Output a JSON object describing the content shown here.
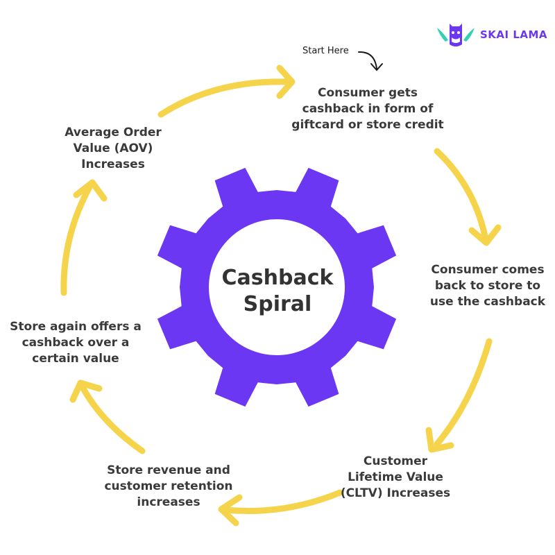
{
  "brand": {
    "name": "SKAI LAMA",
    "logo_icon": "llama-logo-icon"
  },
  "start_label": "Start Here",
  "center": {
    "title": "Cashback\nSpiral"
  },
  "steps": [
    "Consumer gets\ncashback in form of\ngiftcard or store credit",
    "Consumer comes\nback to store to\nuse the cashback",
    "Customer\nLifetime Value\n(CLTV) Increases",
    "Store revenue and\ncustomer retention\nincreases",
    "Store again offers a\ncashback over a\ncertain value",
    "Average Order\nValue (AOV)\nIncreases"
  ],
  "colors": {
    "gear": "#6c37f3",
    "arrow": "#f5d44b",
    "text": "#3a3a3a",
    "brand": "#6c37f3",
    "brand_wing": "#33d1b2"
  }
}
